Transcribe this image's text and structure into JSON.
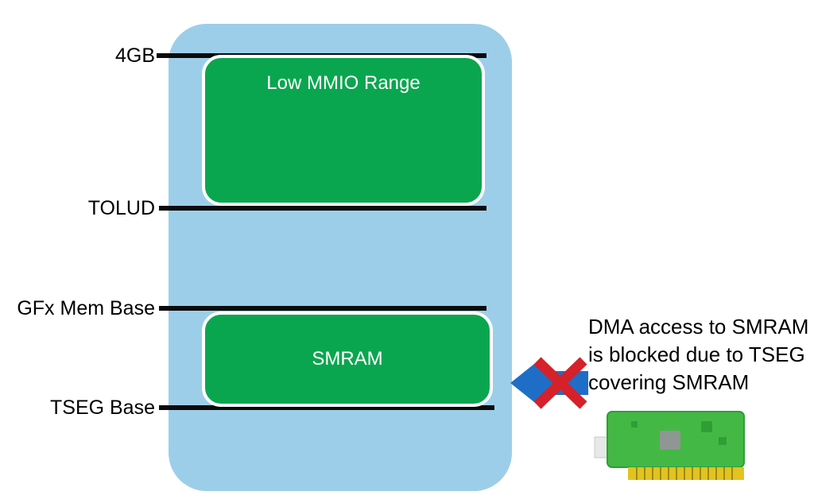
{
  "diagram": {
    "boundaries": [
      {
        "label": "4GB"
      },
      {
        "label": "TOLUD"
      },
      {
        "label": "GFx Mem Base"
      },
      {
        "label": "TSEG Base"
      }
    ],
    "regions": [
      {
        "label": "Low MMIO Range"
      },
      {
        "label": "SMRAM"
      }
    ],
    "annotation": {
      "lines": [
        "DMA access to SMRAM",
        "is blocked due to TSEG",
        "covering SMRAM"
      ]
    },
    "icons": [
      {
        "name": "blocked-arrow-icon"
      },
      {
        "name": "pci-card-icon"
      }
    ],
    "colors": {
      "memory_background": "#9DCEE9",
      "region_green": "#0AA64F",
      "arrow_blue": "#1E6EC8",
      "cross_red": "#D5212A",
      "card_green": "#44B845",
      "connector_gold": "#E3C322",
      "line_black": "#0B0B0B"
    }
  }
}
